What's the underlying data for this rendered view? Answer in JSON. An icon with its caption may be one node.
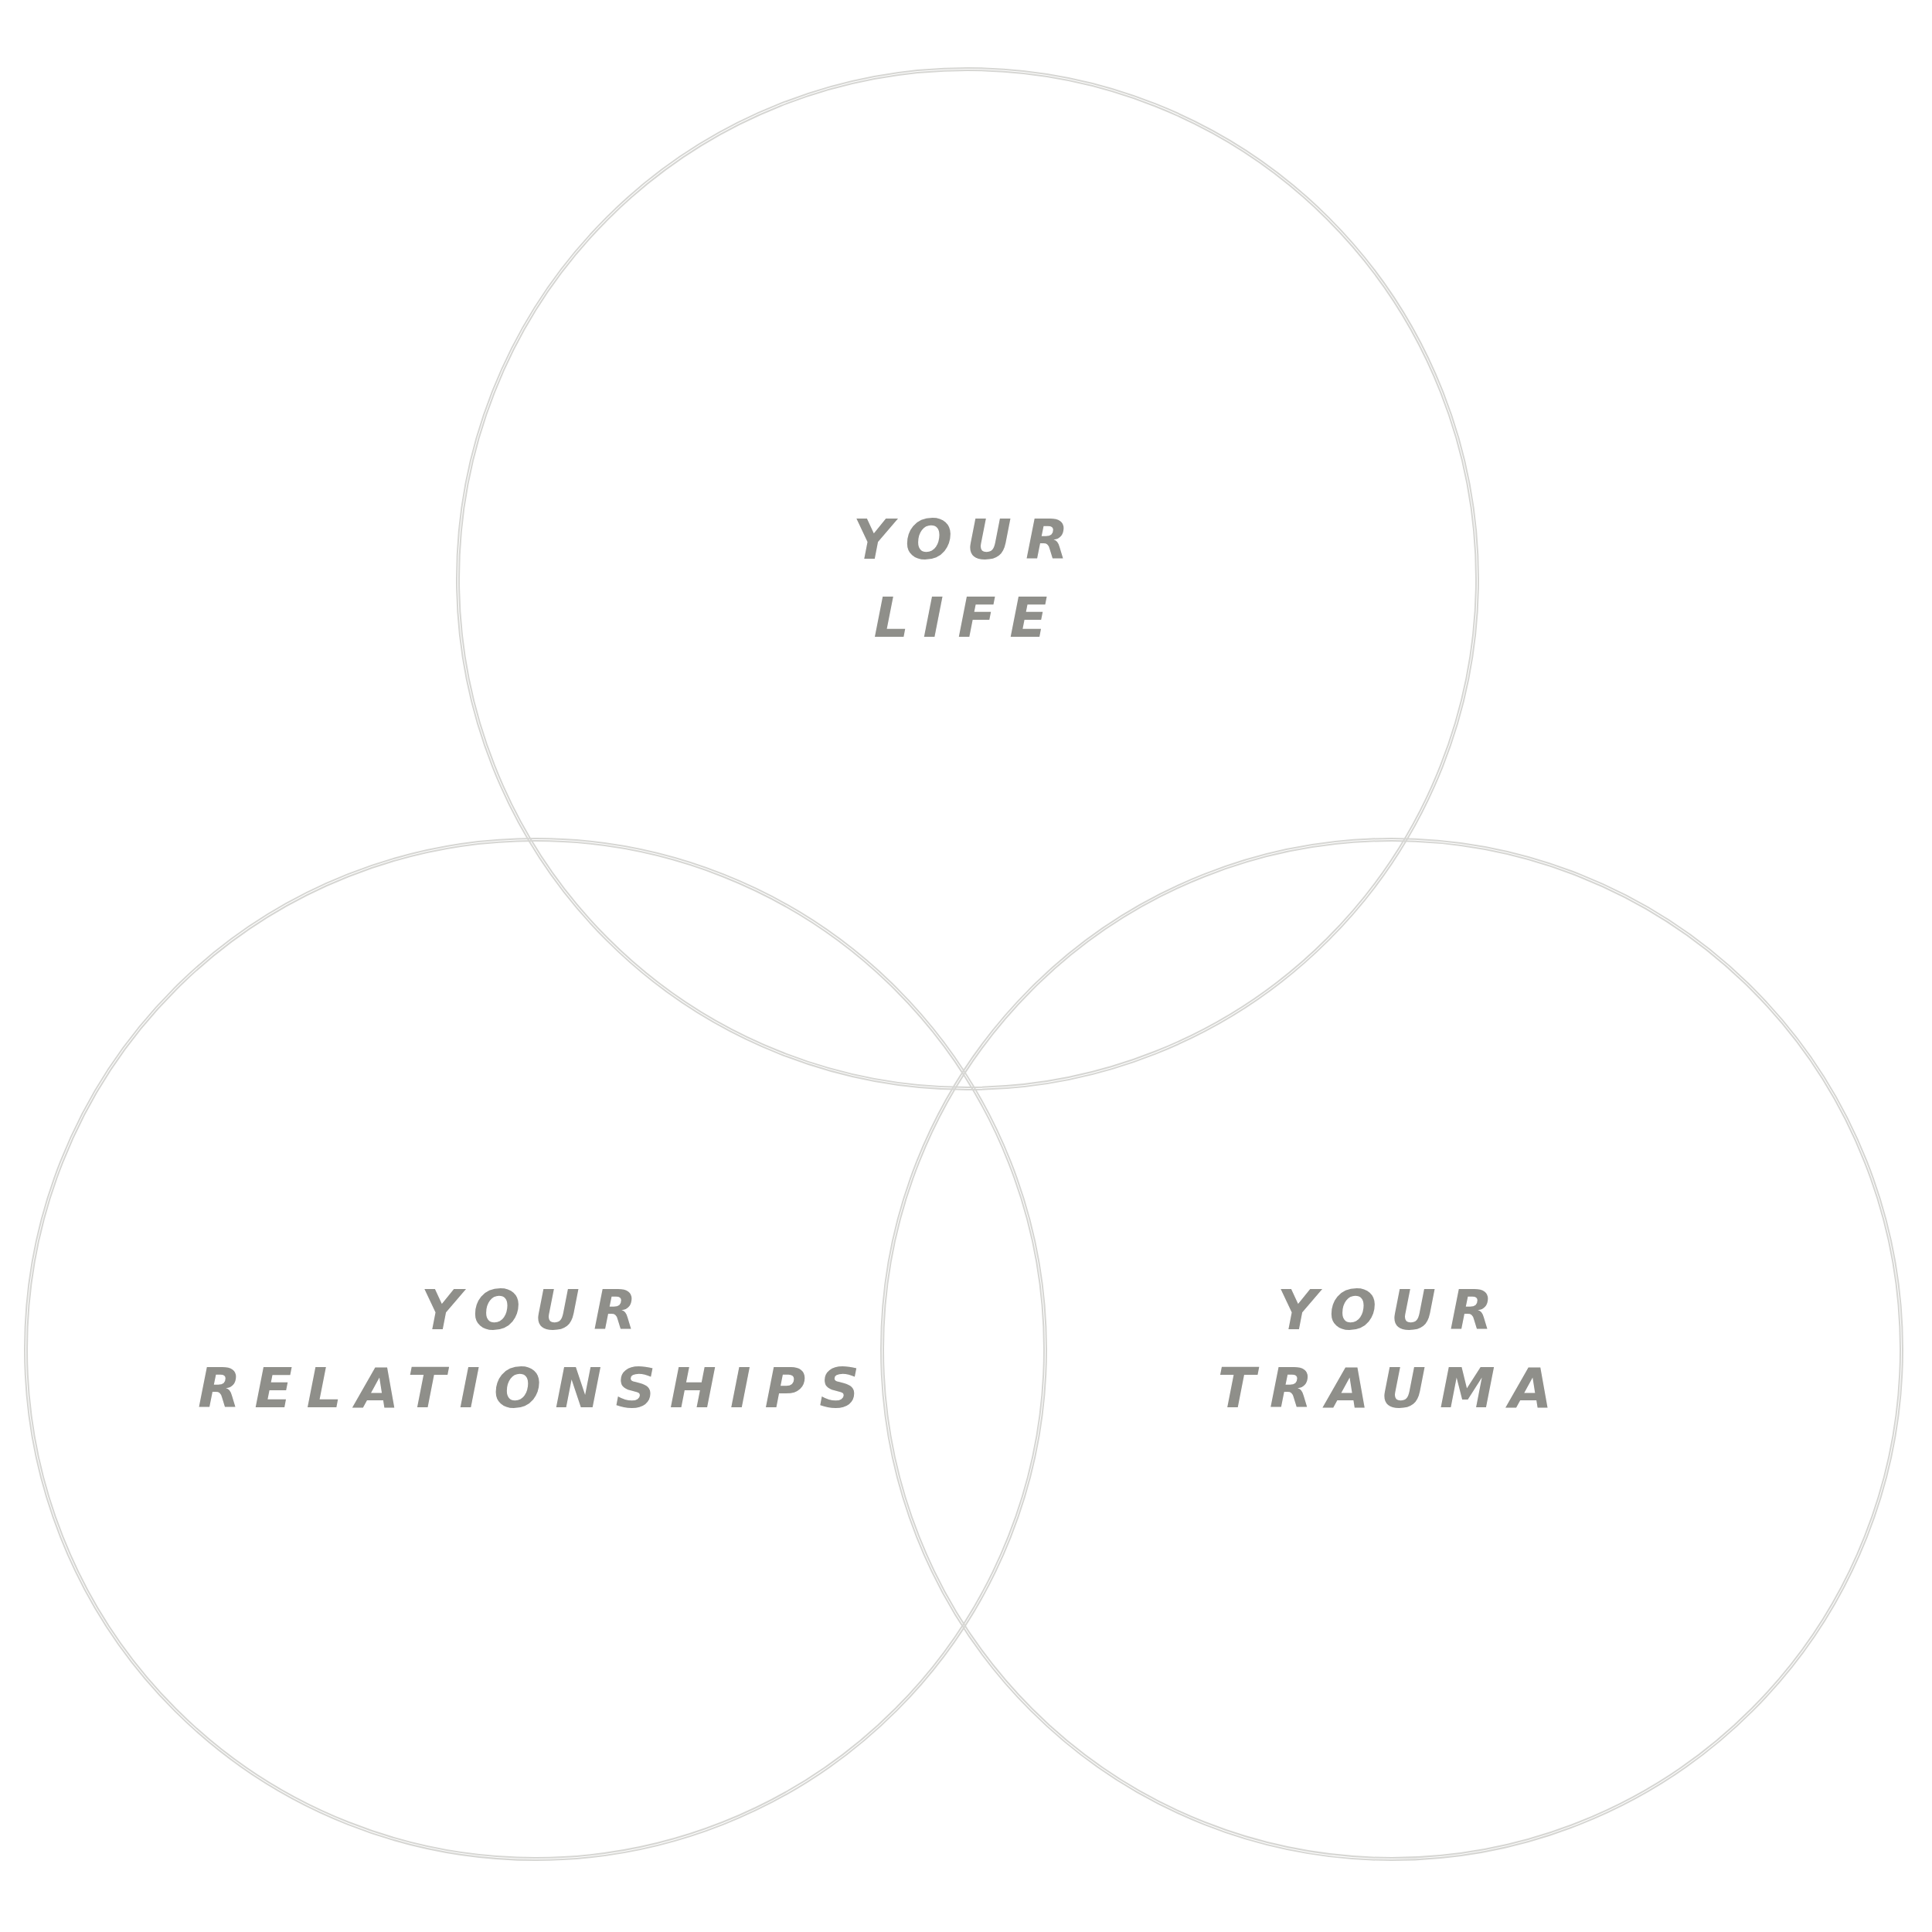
{
  "diagram": {
    "nodes": [
      {
        "text": [
          "YOUR LIFE"
        ]
      },
      {
        "text": [
          "YOUR RELATIONSHIPS"
        ]
      },
      {
        "text": [
          "YOUR TRAUMA"
        ]
      }
    ]
  }
}
